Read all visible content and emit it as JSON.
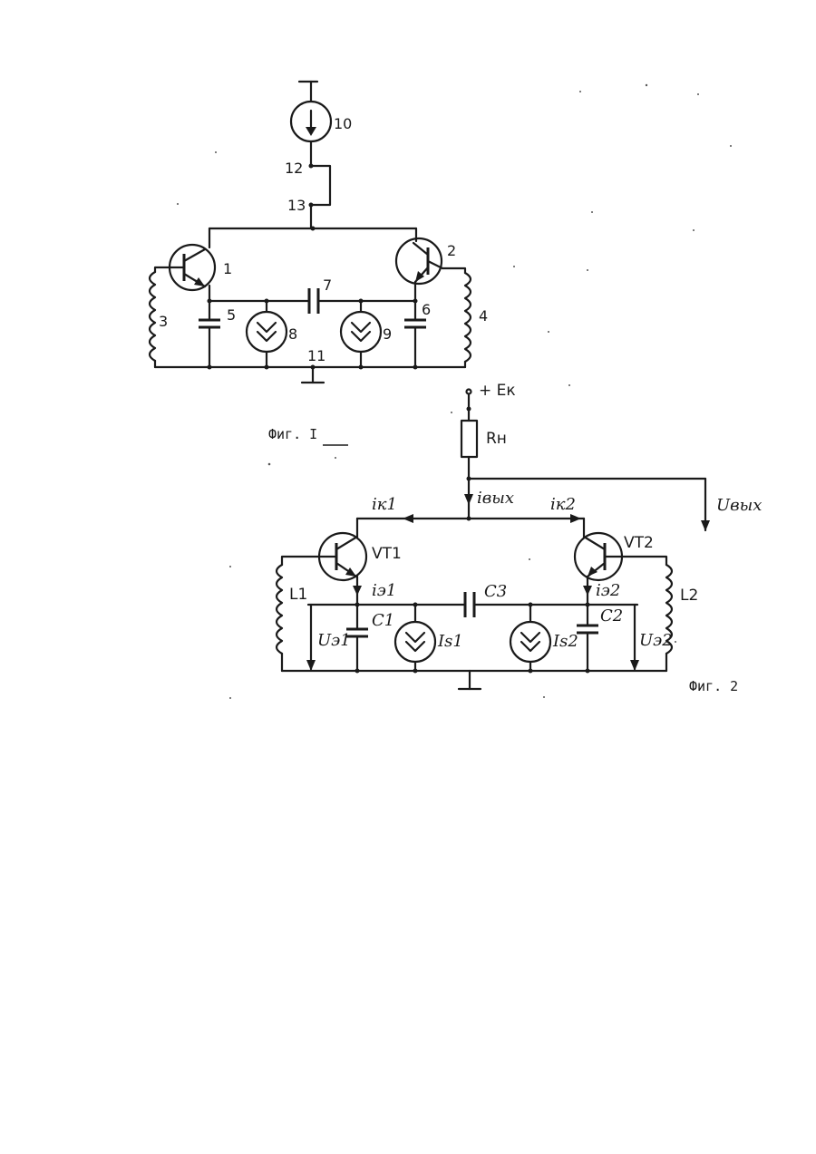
{
  "figure1": {
    "caption": "Фиг. I",
    "labels": {
      "transistor_1": "1",
      "transistor_2": "2",
      "inductor_3": "3",
      "inductor_4": "4",
      "capacitor_5": "5",
      "capacitor_6": "6",
      "capacitor_7": "7",
      "current_source_8": "8",
      "current_source_9": "9",
      "current_source_10": "10",
      "ground_11": "11",
      "terminal_12": "12",
      "terminal_13": "13"
    }
  },
  "figure2": {
    "caption": "Фиг. 2",
    "labels": {
      "supply": "+ Eк",
      "load_resistor": "Rн",
      "output_current": "iвых",
      "output_voltage": "Uвых",
      "collector_current_1": "iк1",
      "collector_current_2": "iк2",
      "transistor_1": "VT1",
      "transistor_2": "VT2",
      "emitter_current_1": "iэ1",
      "emitter_current_2": "iэ2",
      "inductor_1": "L1",
      "inductor_2": "L2",
      "capacitor_1": "C1",
      "capacitor_2": "C2",
      "capacitor_3": "C3",
      "source_1": "Is1",
      "source_2": "Is2",
      "emitter_voltage_1": "Uэ1",
      "emitter_voltage_2": "Uэ2"
    }
  }
}
